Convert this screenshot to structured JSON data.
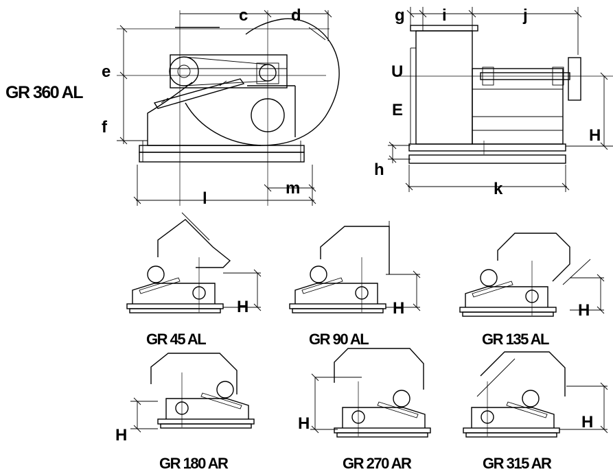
{
  "main_view": {
    "title": "GR 360 AL",
    "dims": {
      "c": "c",
      "d": "d",
      "e": "e",
      "f": "f",
      "l": "l",
      "m": "m"
    }
  },
  "side_view": {
    "dims": {
      "g": "g",
      "i": "i",
      "j": "j",
      "U": "U",
      "E": "E",
      "H": "H",
      "h": "h",
      "k": "k"
    }
  },
  "variants": [
    {
      "label": "GR 45 AL",
      "dim": "H"
    },
    {
      "label": "GR 90 AL",
      "dim": "H"
    },
    {
      "label": "GR 135 AL",
      "dim": "H"
    },
    {
      "label": "GR 180 AR",
      "dim": "H"
    },
    {
      "label": "GR 270 AR",
      "dim": "H"
    },
    {
      "label": "GR 315 AR",
      "dim": "H"
    }
  ]
}
